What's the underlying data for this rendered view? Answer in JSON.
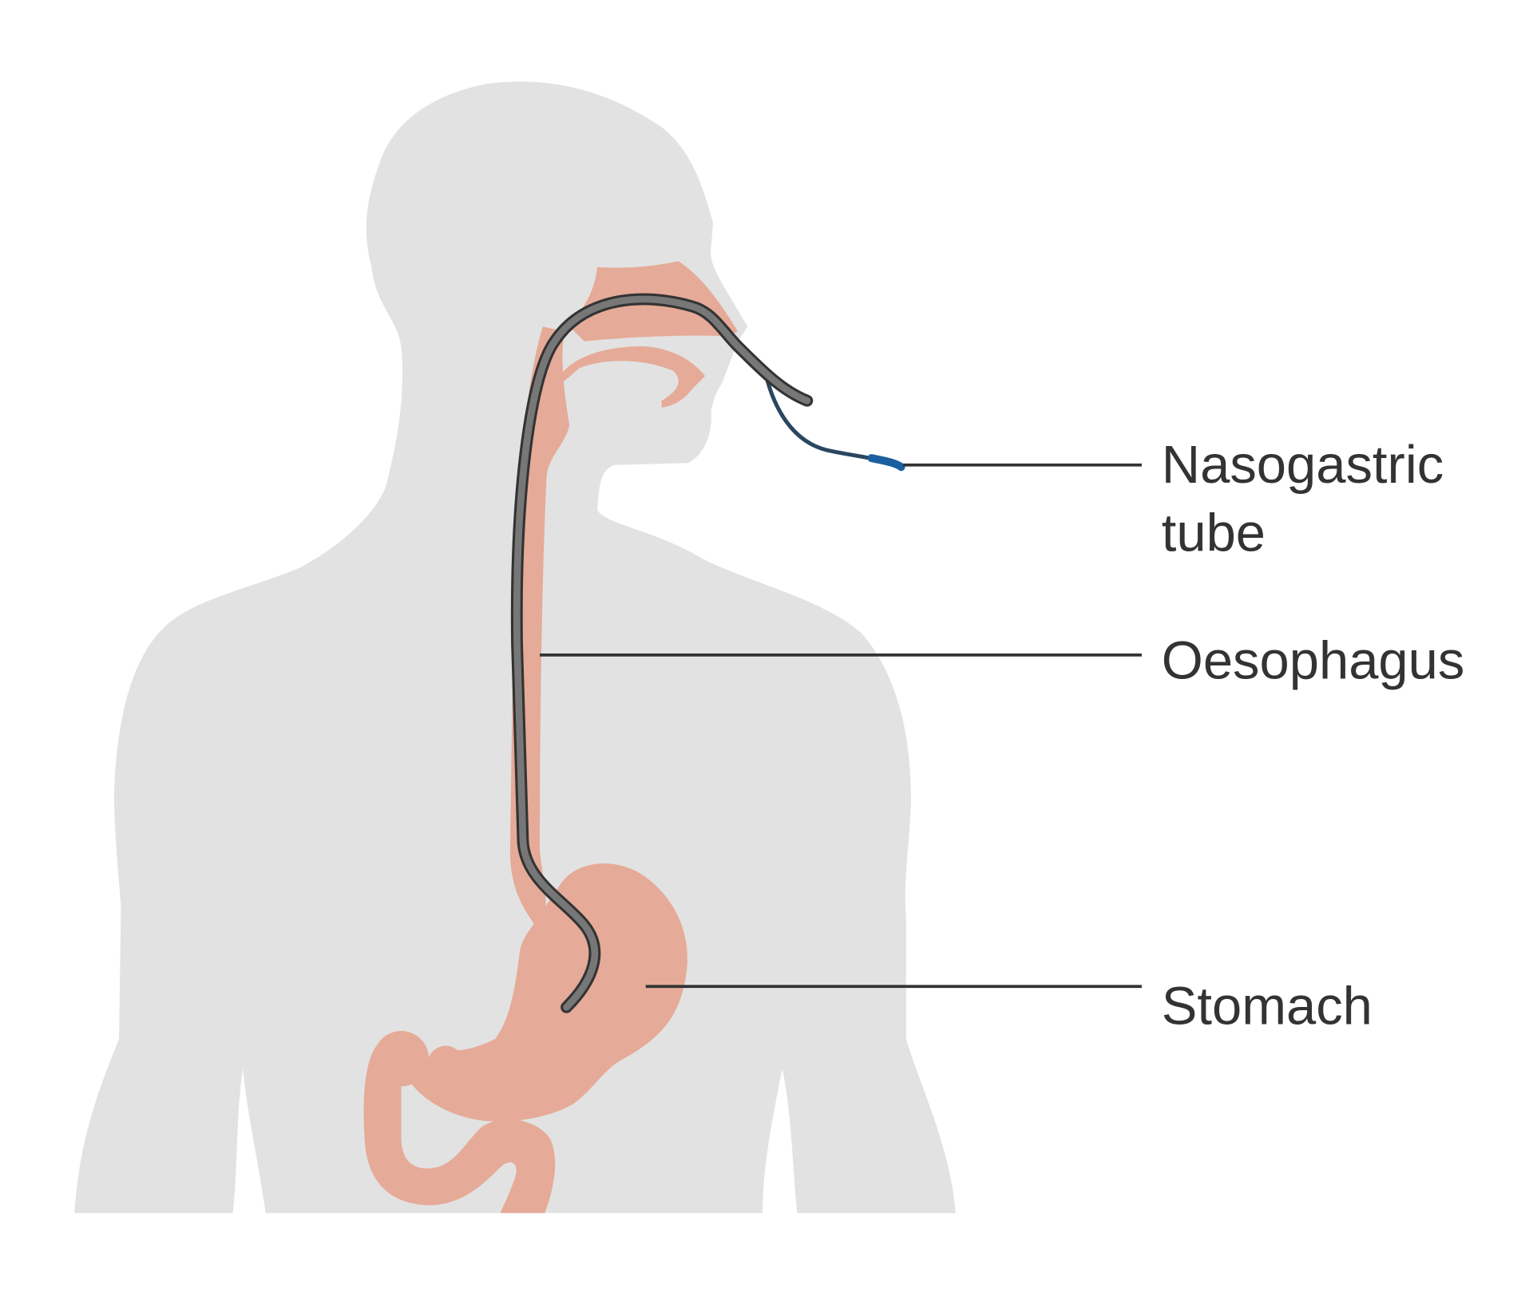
{
  "colors": {
    "body": "#e2e2e2",
    "anatomy": "#e5ab98",
    "tube": "#777777",
    "tube_outline": "#333333",
    "tube_tip": "#1a5fa0",
    "leader": "#333333",
    "text": "#333333"
  },
  "labels": {
    "nasogastric_line1": "Nasogastric",
    "nasogastric_line2": "tube",
    "oesophagus": "Oesophagus",
    "stomach": "Stomach"
  }
}
